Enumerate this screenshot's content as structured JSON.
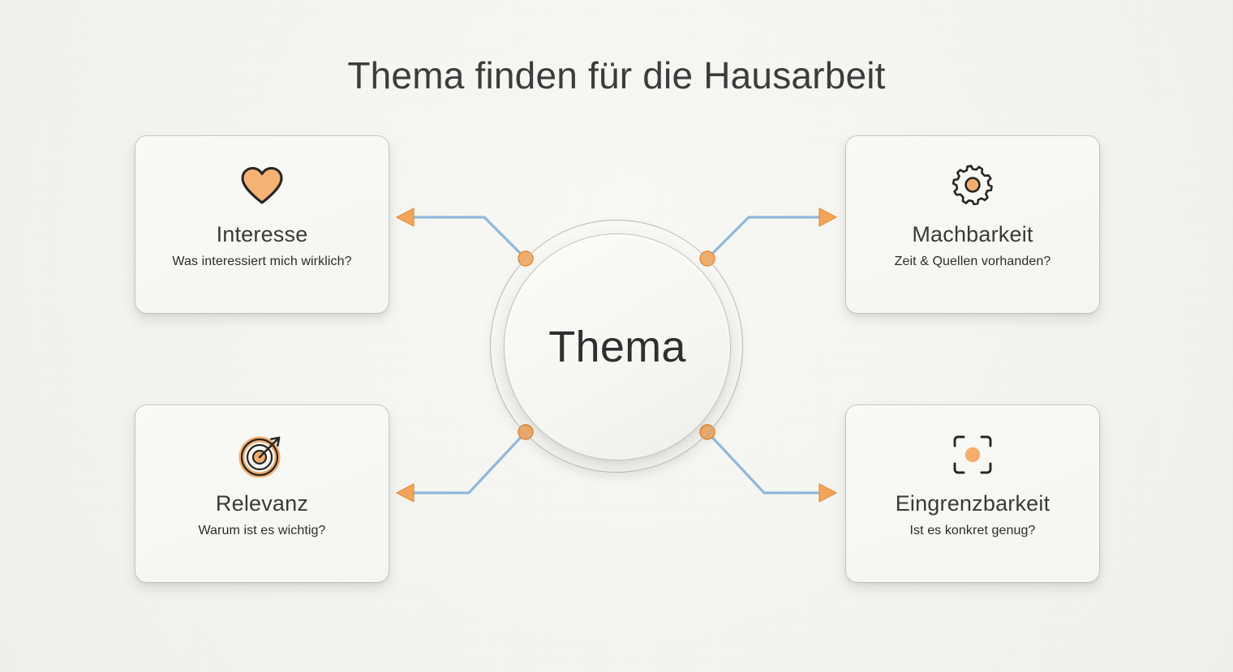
{
  "page": {
    "title": "Thema finden für die Hausarbeit",
    "background_color": "#f2f2ee"
  },
  "hub": {
    "label": "Thema",
    "fill_color": "#f5f5f1",
    "ring_color": "#b9b9b4"
  },
  "colors": {
    "accent_orange": "#F5AE6A",
    "accent_orange_stroke": "#E08B36",
    "connector_blue": "#8FB8DC",
    "icon_outline": "#262626",
    "title_text": "#3c3c3c",
    "card_title_text": "#3a3a3a",
    "card_sub_text": "#2b2b2b",
    "card_fill": "#f6f6f3",
    "card_border": "#c6c6c0"
  },
  "cards": [
    {
      "id": "interesse",
      "icon": "heart-icon",
      "title": "Interesse",
      "subtitle": "Was interessiert mich wirklich?"
    },
    {
      "id": "machbarkeit",
      "icon": "gear-icon",
      "title": "Machbarkeit",
      "subtitle": "Zeit & Quellen vorhanden?"
    },
    {
      "id": "relevanz",
      "icon": "target-icon",
      "title": "Relevanz",
      "subtitle": "Warum ist es wichtig?"
    },
    {
      "id": "eingrenzbarkeit",
      "icon": "focus-frame-icon",
      "title": "Eingrenzbarkeit",
      "subtitle": "Ist es konkret genug?"
    }
  ],
  "connectors": [
    {
      "id": "hub-to-interesse",
      "from": "hub",
      "to": "interesse",
      "direction": "left-up",
      "arrow": "left"
    },
    {
      "id": "hub-to-machbarkeit",
      "from": "hub",
      "to": "machbarkeit",
      "direction": "right-up",
      "arrow": "right"
    },
    {
      "id": "hub-to-relevanz",
      "from": "hub",
      "to": "relevanz",
      "direction": "left-down",
      "arrow": "left"
    },
    {
      "id": "hub-to-eingrenzbarkeit",
      "from": "hub",
      "to": "eingrenzbarkeit",
      "direction": "right-down",
      "arrow": "right"
    }
  ]
}
